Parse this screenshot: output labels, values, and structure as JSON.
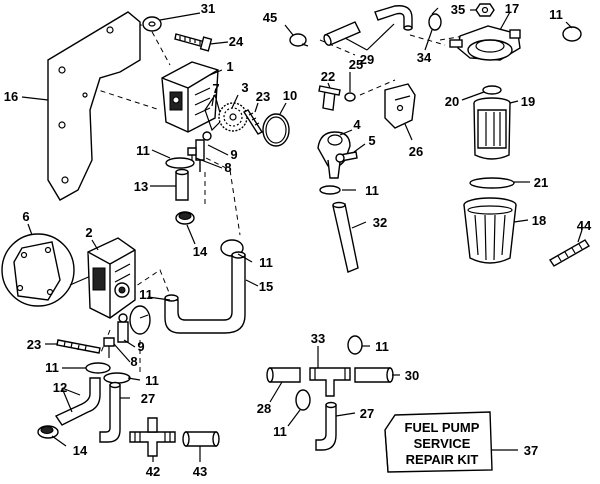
{
  "labels": {
    "n1": "1",
    "n2": "2",
    "n3": "3",
    "n4": "4",
    "n5": "5",
    "n6": "6",
    "n7": "7",
    "n8": "8",
    "n9": "9",
    "n10": "10",
    "n11": "11",
    "n12": "12",
    "n13": "13",
    "n14": "14",
    "n15": "15",
    "n16": "16",
    "n17": "17",
    "n18": "18",
    "n19": "19",
    "n20": "20",
    "n21": "21",
    "n22": "22",
    "n23": "23",
    "n24": "24",
    "n25": "25",
    "n26": "26",
    "n27": "27",
    "n28": "28",
    "n29": "29",
    "n30": "30",
    "n31": "31",
    "n32": "32",
    "n33": "33",
    "n34": "34",
    "n35": "35",
    "n37": "37",
    "n42": "42",
    "n43": "43",
    "n44": "44",
    "n45": "45"
  },
  "kit_box": {
    "line1": "FUEL PUMP",
    "line2": "SERVICE",
    "line3": "REPAIR KIT"
  }
}
